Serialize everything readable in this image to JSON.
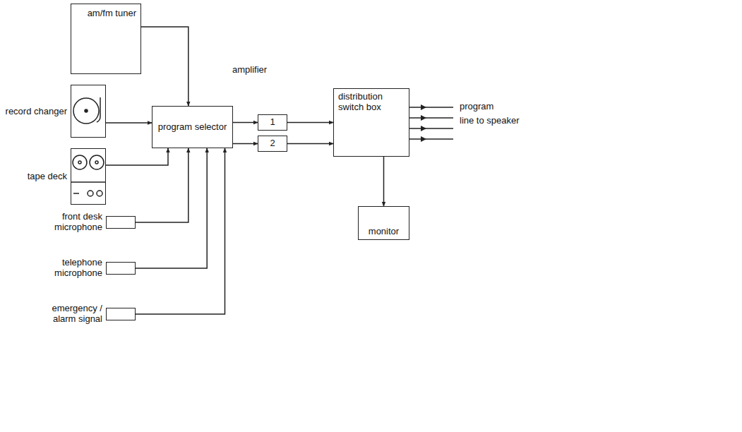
{
  "diagram": {
    "nodes": [
      {
        "text": [
          "am/fm tuner"
        ]
      },
      {
        "text": [
          "record changer"
        ]
      },
      {
        "text": [
          "tape deck"
        ]
      },
      {
        "text": [
          "program selector"
        ]
      },
      {
        "text": [
          "1"
        ]
      },
      {
        "text": [
          "2"
        ]
      },
      {
        "text": [
          "distribution switch box"
        ]
      },
      {
        "text": [
          "monitor"
        ]
      },
      {
        "text": [
          "front desk microphone"
        ]
      },
      {
        "text": [
          "telephone microphone"
        ]
      },
      {
        "text": [
          "emergency / alarm signal"
        ]
      }
    ],
    "edges": [
      {
        "from": 0,
        "to": 3,
        "arrow": "to"
      },
      {
        "from": 1,
        "to": 3,
        "arrow": "to"
      },
      {
        "from": 2,
        "to": 3,
        "arrow": "to"
      },
      {
        "from": 8,
        "to": 3,
        "arrow": "to"
      },
      {
        "from": 9,
        "to": 3,
        "arrow": "to"
      },
      {
        "from": 10,
        "to": 3,
        "arrow": "to"
      },
      {
        "from": 3,
        "to": 4,
        "arrow": "to"
      },
      {
        "from": 3,
        "to": 5,
        "arrow": "to"
      },
      {
        "from": 4,
        "to": 6,
        "arrow": "to"
      },
      {
        "from": 5,
        "to": 6,
        "arrow": "to"
      },
      {
        "from": 6,
        "to": 7,
        "arrow": "to"
      }
    ],
    "labels": [
      "amplifier",
      "program",
      "line to speaker"
    ]
  }
}
